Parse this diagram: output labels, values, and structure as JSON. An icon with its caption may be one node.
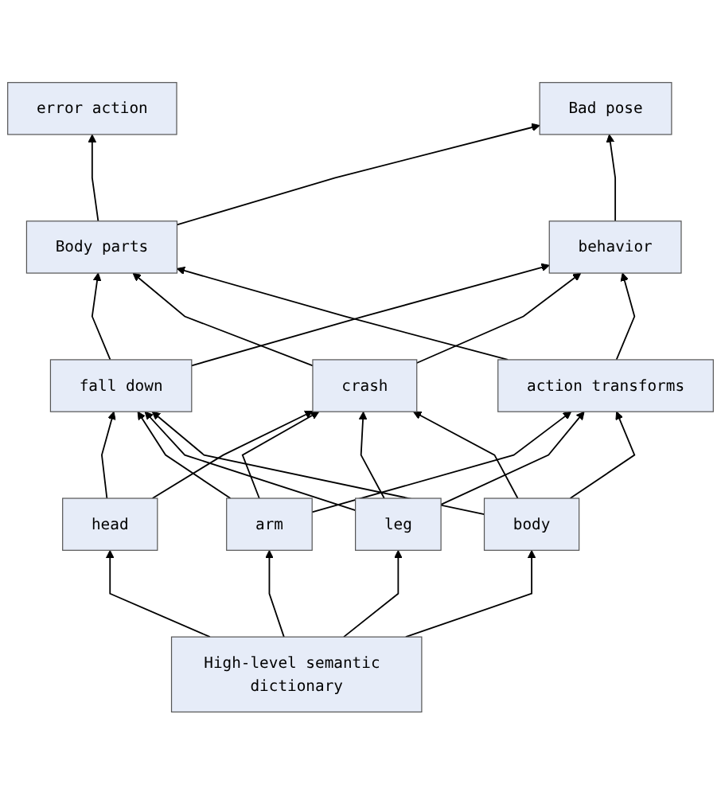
{
  "diagram": {
    "nodes": [
      {
        "text": [
          "error action"
        ]
      },
      {
        "text": [
          "Bad pose"
        ]
      },
      {
        "text": [
          "Body parts"
        ]
      },
      {
        "text": [
          "behavior"
        ]
      },
      {
        "text": [
          "fall down"
        ]
      },
      {
        "text": [
          "crash"
        ]
      },
      {
        "text": [
          "action transforms"
        ]
      },
      {
        "text": [
          "head"
        ]
      },
      {
        "text": [
          "arm"
        ]
      },
      {
        "text": [
          "leg"
        ]
      },
      {
        "text": [
          "body"
        ]
      },
      {
        "text": [
          "High-level semantic dictionary"
        ]
      }
    ],
    "edges": [
      {
        "from": 2,
        "to": 0,
        "arrow": "to"
      },
      {
        "from": 2,
        "to": 1,
        "arrow": "to"
      },
      {
        "from": 3,
        "to": 1,
        "arrow": "to"
      },
      {
        "from": 4,
        "to": 2,
        "arrow": "to"
      },
      {
        "from": 4,
        "to": 3,
        "arrow": "to"
      },
      {
        "from": 5,
        "to": 2,
        "arrow": "to"
      },
      {
        "from": 5,
        "to": 3,
        "arrow": "to"
      },
      {
        "from": 6,
        "to": 2,
        "arrow": "to"
      },
      {
        "from": 6,
        "to": 3,
        "arrow": "to"
      },
      {
        "from": 7,
        "to": 4,
        "arrow": "to"
      },
      {
        "from": 7,
        "to": 5,
        "arrow": "to"
      },
      {
        "from": 8,
        "to": 4,
        "arrow": "to"
      },
      {
        "from": 8,
        "to": 5,
        "arrow": "to"
      },
      {
        "from": 8,
        "to": 6,
        "arrow": "to"
      },
      {
        "from": 9,
        "to": 4,
        "arrow": "to"
      },
      {
        "from": 9,
        "to": 5,
        "arrow": "to"
      },
      {
        "from": 9,
        "to": 6,
        "arrow": "to"
      },
      {
        "from": 10,
        "to": 4,
        "arrow": "to"
      },
      {
        "from": 10,
        "to": 5,
        "arrow": "to"
      },
      {
        "from": 10,
        "to": 6,
        "arrow": "to"
      },
      {
        "from": 11,
        "to": 7,
        "arrow": "to"
      },
      {
        "from": 11,
        "to": 8,
        "arrow": "to"
      },
      {
        "from": 11,
        "to": 9,
        "arrow": "to"
      },
      {
        "from": 11,
        "to": 10,
        "arrow": "to"
      }
    ]
  }
}
